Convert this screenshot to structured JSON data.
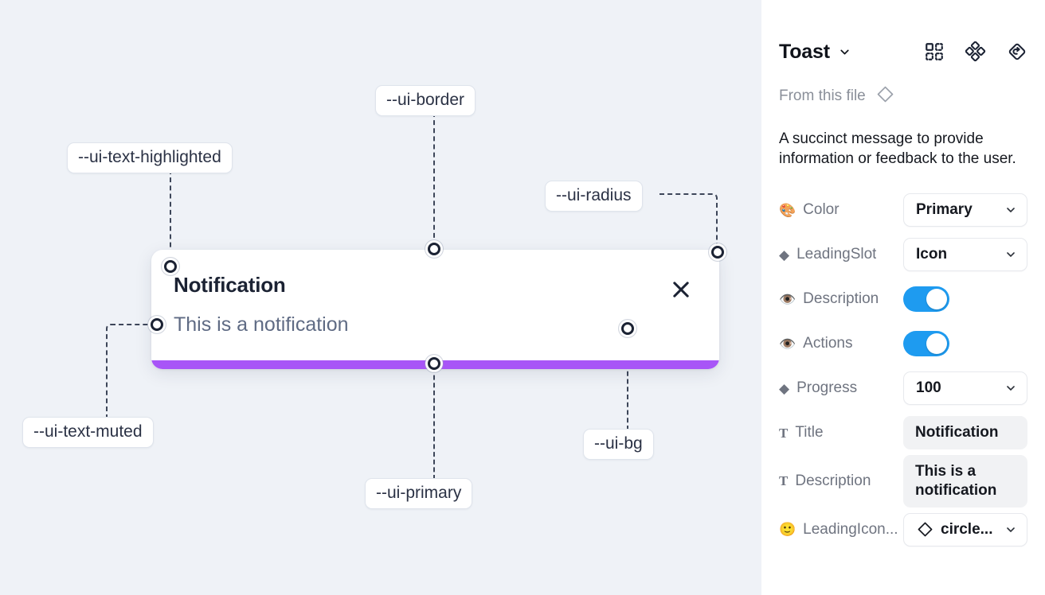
{
  "canvas": {
    "background_color": "#eff2f7",
    "toast": {
      "title": "Notification",
      "description": "This is a notification",
      "close_icon": "close-icon",
      "progress_color": "#a855f7",
      "background_color": "#ffffff"
    },
    "token_labels": [
      {
        "id": "ui-text-highlighted",
        "text": "--ui-text-highlighted"
      },
      {
        "id": "ui-border",
        "text": "--ui-border"
      },
      {
        "id": "ui-radius",
        "text": "--ui-radius"
      },
      {
        "id": "ui-text-muted",
        "text": "--ui-text-muted"
      },
      {
        "id": "ui-primary",
        "text": "--ui-primary"
      },
      {
        "id": "ui-bg",
        "text": "--ui-bg"
      }
    ]
  },
  "panel": {
    "title": "Toast",
    "title_caret_icon": "chevron-down-icon",
    "header_icons": [
      {
        "name": "component-set-icon"
      },
      {
        "name": "variants-cluster-icon"
      },
      {
        "name": "reset-instance-icon"
      }
    ],
    "from_this_file": {
      "label": "From this file",
      "icon": "diamond-component-icon"
    },
    "description": "A succinct message to provide information or feedback to the user.",
    "properties": [
      {
        "icon": "palette-emoji",
        "emoji": "🎨",
        "label": "Color",
        "control": "select",
        "value": "Primary"
      },
      {
        "icon": "diamond-emoji",
        "emoji": "◆",
        "label": "LeadingSlot",
        "control": "select",
        "value": "Icon"
      },
      {
        "icon": "eye-emoji",
        "emoji": "👁️",
        "label": "Description",
        "control": "toggle",
        "value": "on"
      },
      {
        "icon": "eye-emoji",
        "emoji": "👁️",
        "label": "Actions",
        "control": "toggle",
        "value": "on"
      },
      {
        "icon": "diamond-emoji",
        "emoji": "◆",
        "label": "Progress",
        "control": "select",
        "value": "100"
      },
      {
        "icon": "text-type-icon",
        "emoji": "T",
        "label": "Title",
        "control": "text",
        "value": "Notification"
      },
      {
        "icon": "text-type-icon",
        "emoji": "T",
        "label": "Description",
        "control": "text",
        "value": "This is a notification"
      },
      {
        "icon": "smiley-emoji",
        "emoji": "🙂",
        "label": "LeadingIcon...",
        "control": "select-icon",
        "value": "circle..."
      }
    ],
    "toggle_on_color": "#1e9bf0"
  }
}
